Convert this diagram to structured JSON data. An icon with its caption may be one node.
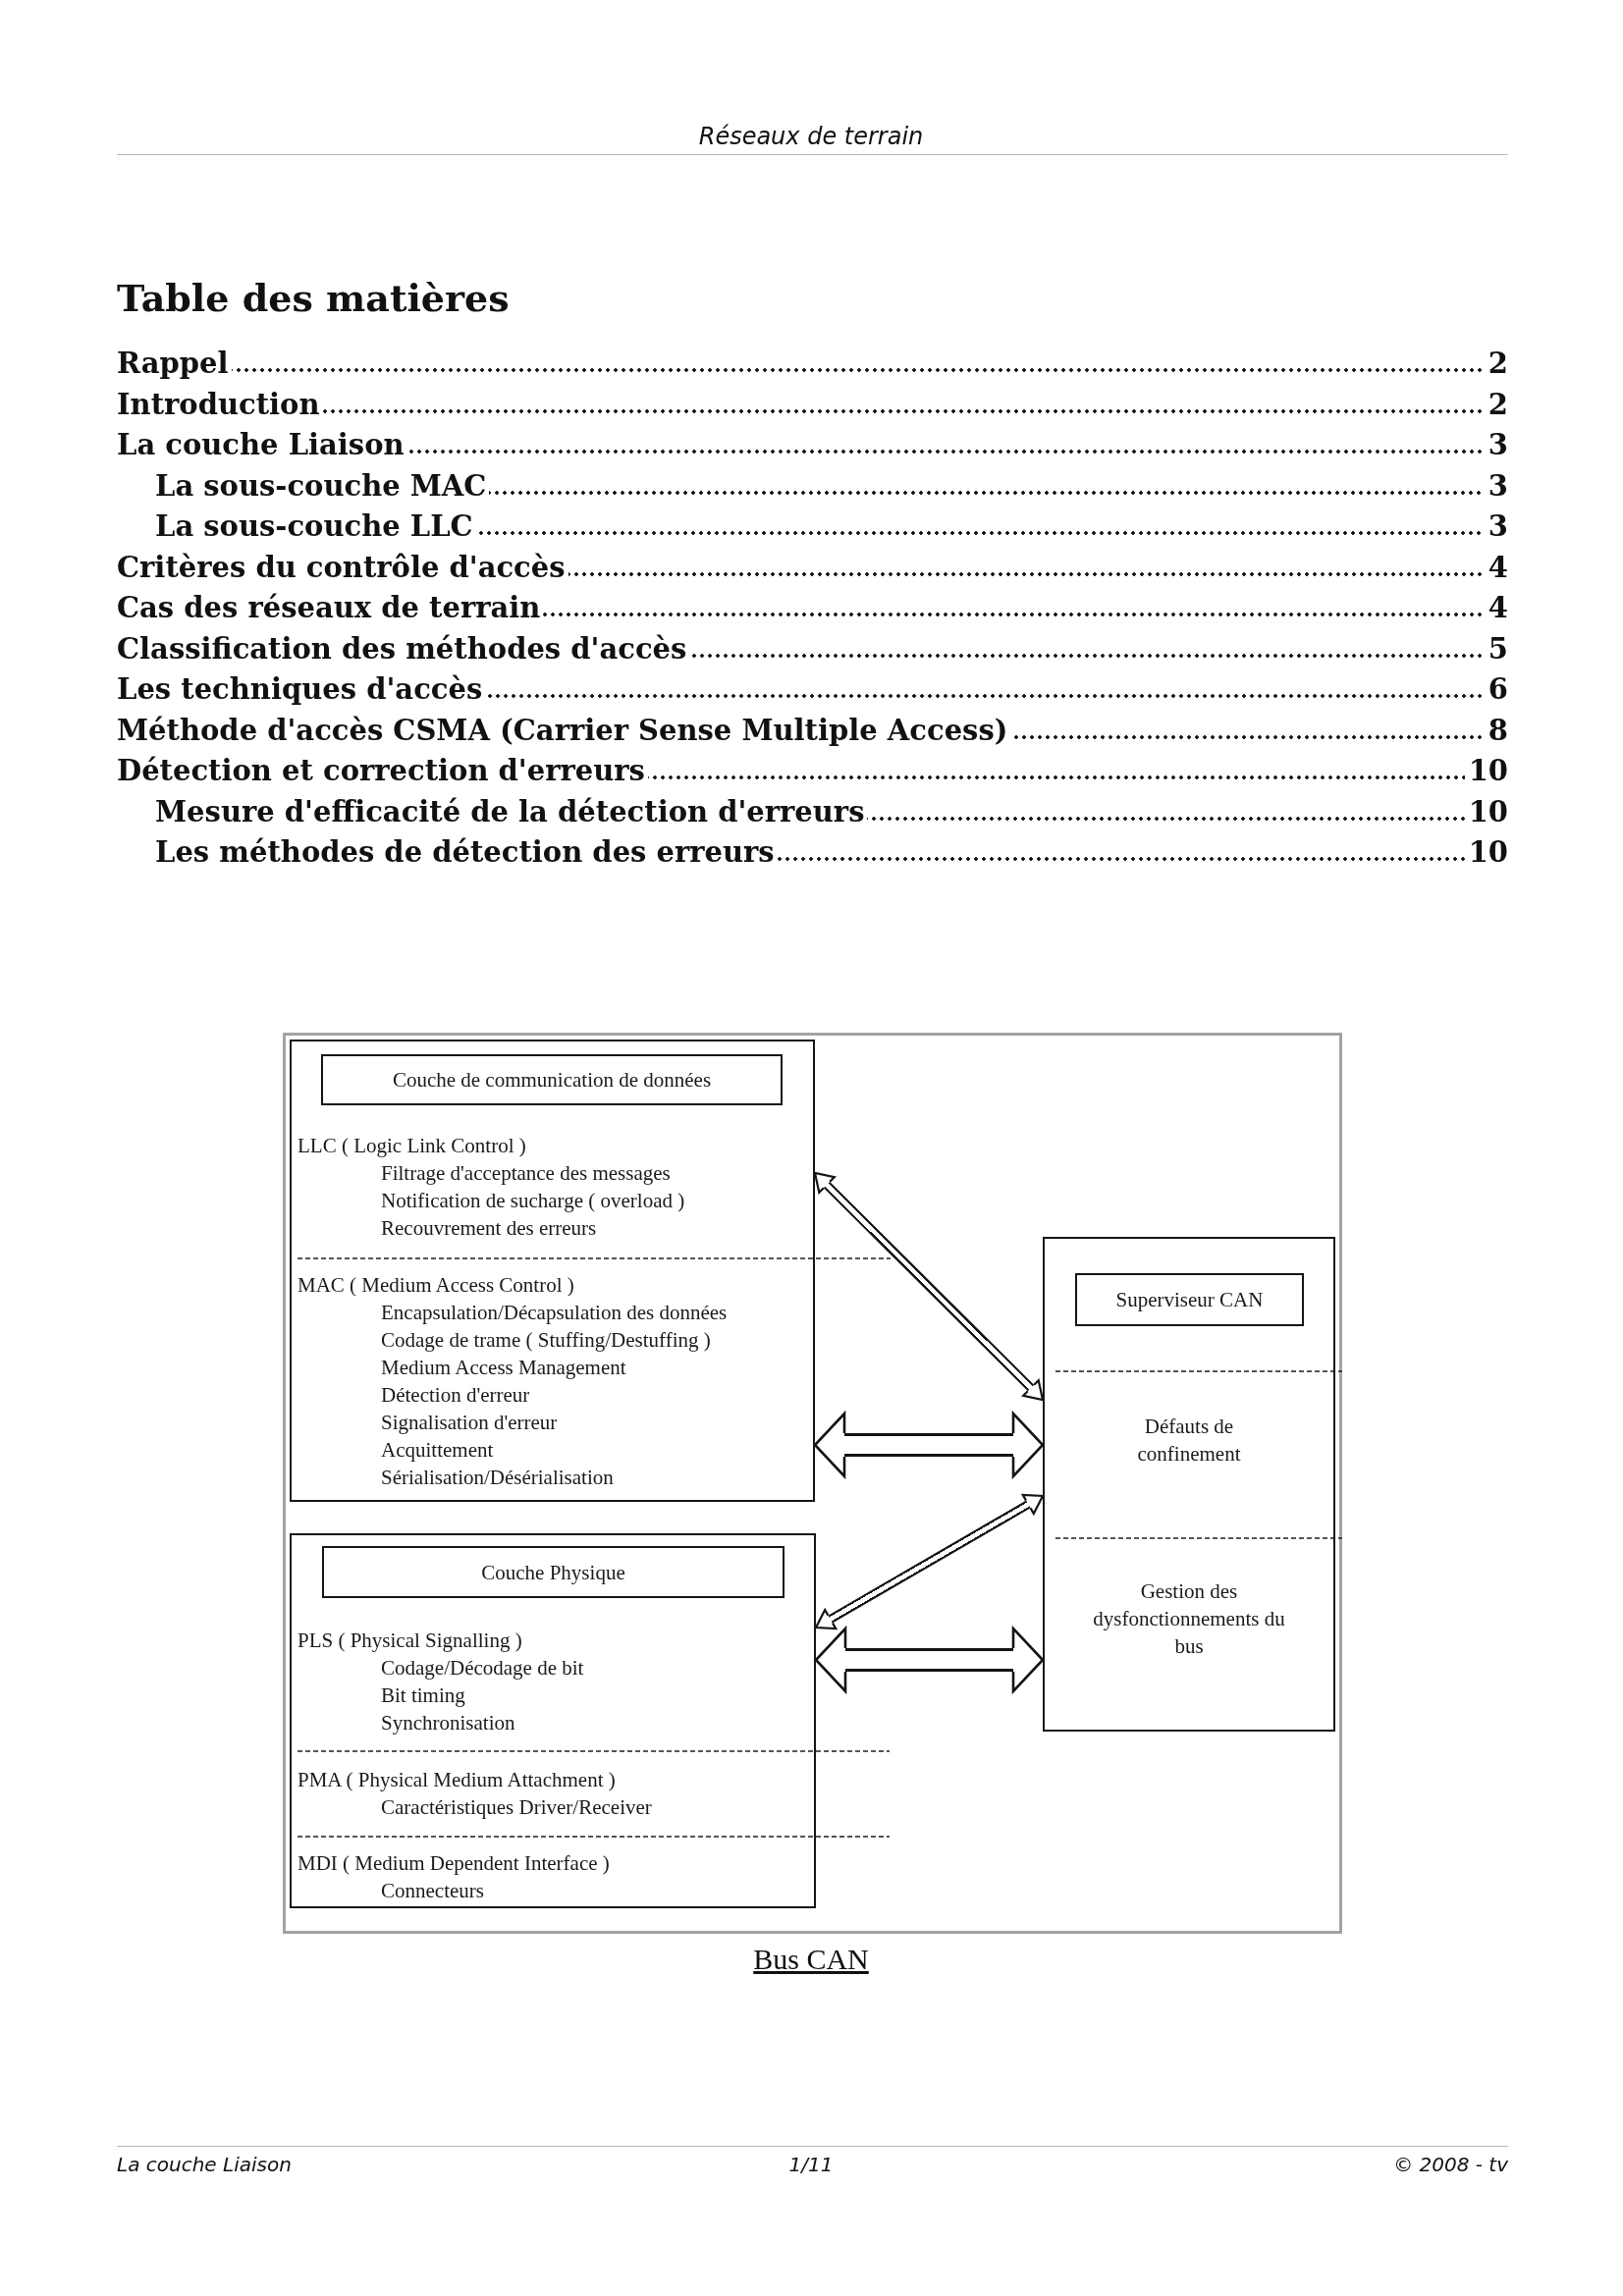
{
  "diagram": {
    "title": "Table des matières",
    "caption": "Bus CAN",
    "nodes": [
      {
        "text": [],
        "shape": "box"
      },
      {
        "text": [
          "Couche de communication de données"
        ],
        "in": 0
      },
      {
        "text": [
          "LLC ( Logic Link Control )",
          "Filtrage d'acceptance des messages",
          "Notification de sucharge ( overload )",
          "Recouvrement des erreurs"
        ],
        "in": 0
      },
      {
        "text": [
          "MAC ( Medium Access Control )",
          "Encapsulation/Décapsulation des données",
          "Codage de trame ( Stuffing/Destuffing )",
          "Medium Access Management",
          "Détection d'erreur",
          "Signalisation d'erreur",
          "Acquittement",
          "Sérialisation/Désérialisation"
        ],
        "in": 0
      },
      {
        "text": [],
        "shape": "box"
      },
      {
        "text": [
          "Couche Physique"
        ],
        "in": 4
      },
      {
        "text": [
          "PLS ( Physical Signalling )",
          "Codage/Décodage de bit",
          "Bit timing",
          "Synchronisation"
        ],
        "in": 4
      },
      {
        "text": [
          "PMA ( Physical Medium Attachment )",
          "Caractéristiques Driver/Receiver"
        ],
        "in": 4
      },
      {
        "text": [
          "MDI ( Medium Dependent Interface )",
          "Connecteurs"
        ],
        "in": 4
      },
      {
        "text": [],
        "shape": "box"
      },
      {
        "text": [
          "Superviseur CAN"
        ],
        "in": 9
      },
      {
        "text": [
          "Défauts de confinement"
        ],
        "in": 9
      },
      {
        "text": [
          "Gestion des dysfonctionnements du bus"
        ],
        "in": 9
      }
    ],
    "edges": [
      {
        "from": 2,
        "to": 11,
        "arrow": "both"
      },
      {
        "from": 3,
        "to": 11,
        "arrow": "both",
        "style": "thick"
      },
      {
        "from": 6,
        "to": 11,
        "arrow": "both"
      },
      {
        "from": 6,
        "to": 12,
        "arrow": "both",
        "style": "thick"
      }
    ],
    "labels": [
      "Réseaux de terrain",
      "Rappel",
      "2",
      "Introduction",
      "2",
      "La couche Liaison",
      "3",
      "La sous-couche MAC",
      "3",
      "La sous-couche LLC",
      "3",
      "Critères du contrôle d'accès",
      "4",
      "Cas des réseaux de terrain",
      "4",
      "Classification des méthodes d'accès",
      "5",
      "Les techniques d'accès",
      "6",
      "Méthode d'accès CSMA (Carrier Sense Multiple Access)",
      "8",
      "Détection et correction d'erreurs",
      "10",
      "Mesure d'efficacité de la détection d'erreurs",
      "10",
      "Les méthodes de détection des erreurs",
      "10",
      "La couche Liaison",
      "1/11",
      "© 2008 - tv"
    ]
  }
}
